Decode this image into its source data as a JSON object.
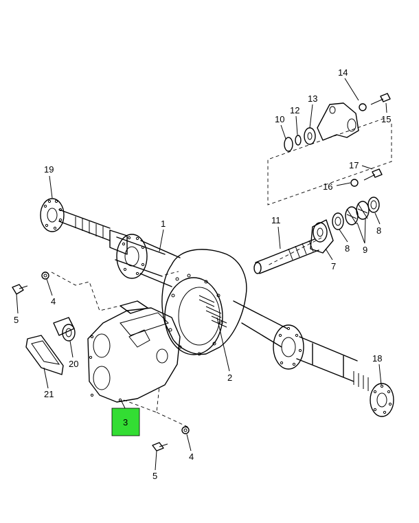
{
  "highlight_color": "#33dd33",
  "callouts": [
    {
      "id": "c19",
      "label": "19"
    },
    {
      "id": "c1",
      "label": "1"
    },
    {
      "id": "c14",
      "label": "14"
    },
    {
      "id": "c15",
      "label": "15"
    },
    {
      "id": "c10",
      "label": "10"
    },
    {
      "id": "c12",
      "label": "12"
    },
    {
      "id": "c13",
      "label": "13"
    },
    {
      "id": "c17",
      "label": "17"
    },
    {
      "id": "c16",
      "label": "16"
    },
    {
      "id": "c11",
      "label": "11"
    },
    {
      "id": "c8a",
      "label": "8"
    },
    {
      "id": "c8b",
      "label": "8"
    },
    {
      "id": "c9",
      "label": "9"
    },
    {
      "id": "c7",
      "label": "7"
    },
    {
      "id": "c4a",
      "label": "4"
    },
    {
      "id": "c5a",
      "label": "5"
    },
    {
      "id": "c20",
      "label": "20"
    },
    {
      "id": "c21",
      "label": "21"
    },
    {
      "id": "c2",
      "label": "2"
    },
    {
      "id": "c18",
      "label": "18"
    },
    {
      "id": "c3",
      "label": "3"
    },
    {
      "id": "c4b",
      "label": "4"
    },
    {
      "id": "c5b",
      "label": "5"
    }
  ]
}
